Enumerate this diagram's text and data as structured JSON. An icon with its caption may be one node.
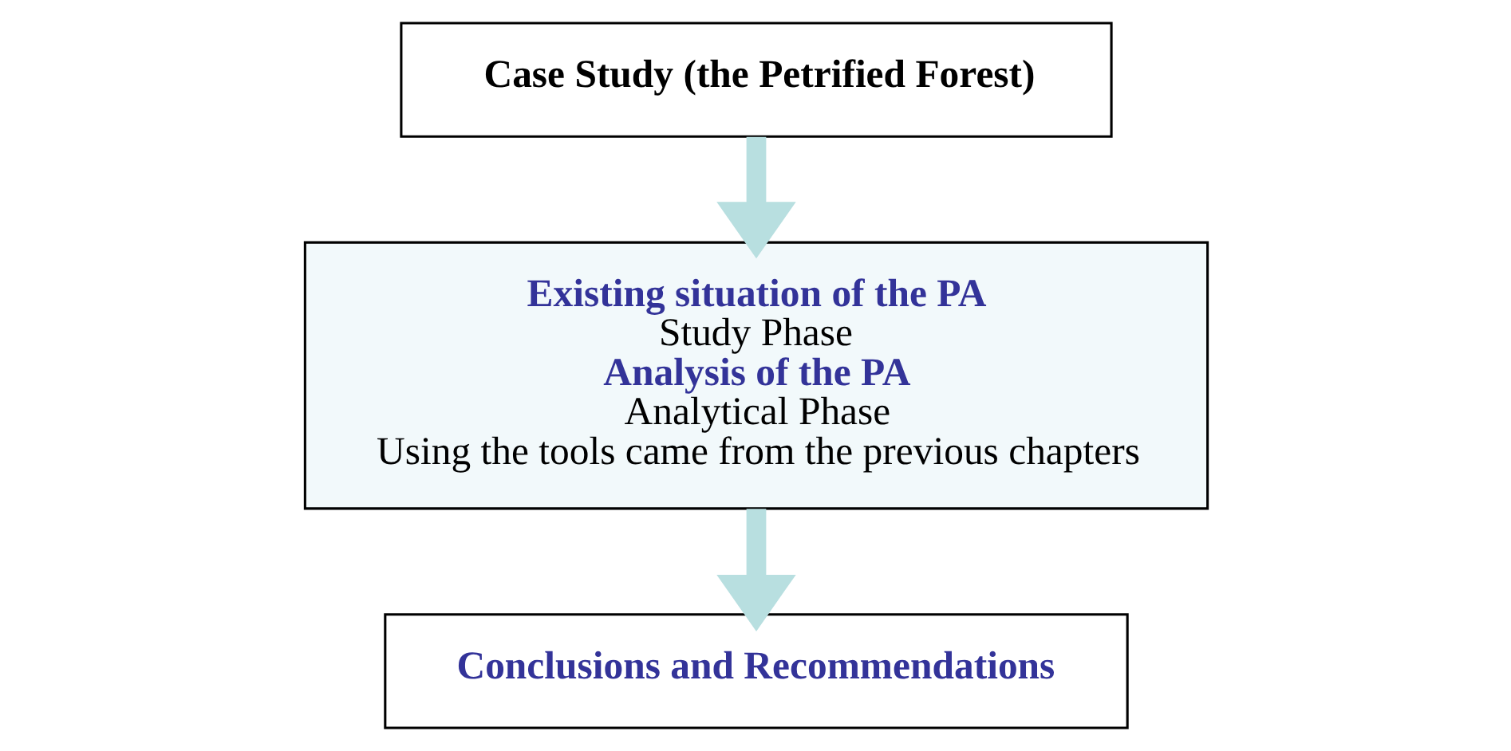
{
  "diagram": {
    "nodes": [
      {
        "text": [
          "Case Study (the Petrified Forest)"
        ]
      },
      {
        "text": [
          "Existing situation of the PA",
          "Study Phase",
          "Analysis of the PA",
          "Analytical Phase",
          "Using the tools came from the previous chapters"
        ]
      },
      {
        "text": [
          "Conclusions and Recommendations"
        ]
      }
    ],
    "edges": [
      {
        "from": 0,
        "to": 1,
        "arrow": "to"
      },
      {
        "from": 1,
        "to": 2,
        "arrow": "to"
      }
    ]
  }
}
